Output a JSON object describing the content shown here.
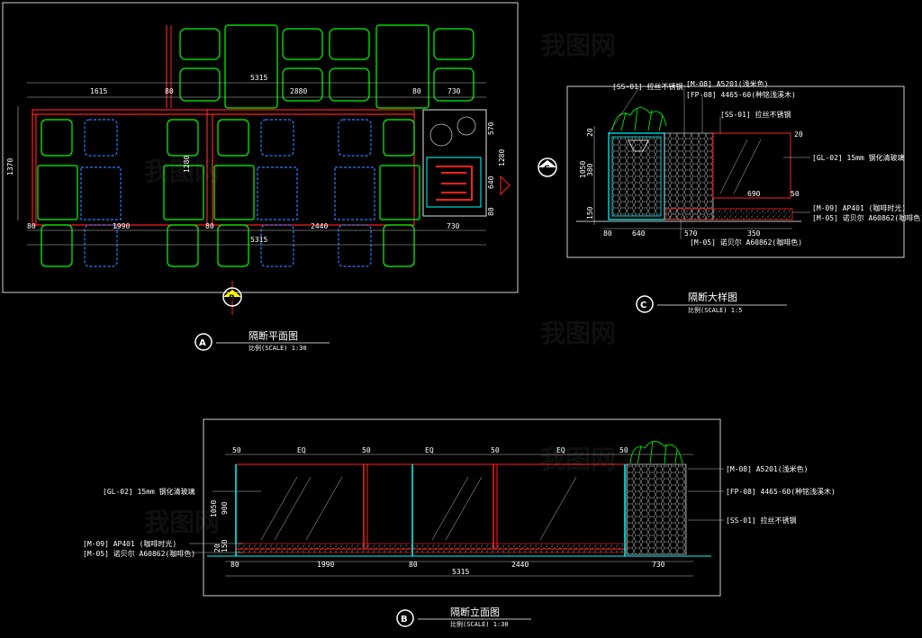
{
  "drawings": {
    "plan": {
      "badge": "A",
      "title": "隔断平面图",
      "scale": "比例(SCALE) 1:30",
      "section_marker": "B",
      "dims_top": [
        "1615",
        "80",
        "5315",
        "2880",
        "80",
        "730"
      ],
      "dims_bottom": [
        "80",
        "1990",
        "80",
        "2440",
        "730",
        "5315"
      ],
      "dims_left": "1370",
      "dims_mid": "1280",
      "dims_right": [
        "570",
        "1280",
        "640",
        "80"
      ]
    },
    "detail": {
      "badge": "C",
      "title": "隔断大样图",
      "scale": "比例(SCALE) 1:5",
      "section_marker": "C",
      "notes_left": [
        "[SS-01] 拉丝不锈钢"
      ],
      "notes_top": [
        "[M-08]  A5201(浅米色)",
        "[FP-08]  4465-60(种铭浅溪木)",
        "[SS-01] 拉丝不锈钢"
      ],
      "notes_right": [
        "[GL-02] 15mm 钢化清玻璃",
        "[M-09]  AP401 (咖啡时光)",
        "[M-05]  诺贝尔 A60862(咖啡色)"
      ],
      "note_bottom": "[M-05] 诺贝尔 A60862(咖啡色)",
      "dims": [
        "20",
        "1050",
        "380",
        "150",
        "80",
        "640",
        "570",
        "350",
        "690",
        "50",
        "20"
      ]
    },
    "elevation": {
      "badge": "B",
      "title": "隔断立面图",
      "scale": "比例(SCALE) 1:30",
      "notes_left": [
        "[GL-02] 15mm 钢化清玻璃",
        "[M-09]  AP401 (咖啡时光)",
        "[M-05]  诺贝尔 A60862(咖啡色)"
      ],
      "notes_right": [
        "[M-08]  A5201(浅米色)",
        "[FP-08]  4465-60(种铭浅溪木)",
        "[SS-01] 拉丝不锈钢"
      ],
      "dims_top": [
        "50",
        "EQ",
        "50",
        "EQ",
        "50",
        "EQ",
        "50"
      ],
      "dims_bottom": [
        "80",
        "1990",
        "80",
        "2440",
        "730",
        "5315"
      ],
      "dims_side": [
        "1050",
        "900",
        "150",
        "20"
      ]
    }
  },
  "watermark": "我图网",
  "colors": {
    "green": "#00ff00",
    "cyan": "#00ffff",
    "blue": "#2a7fff",
    "red": "#ff2020",
    "white": "#ffffff",
    "gray": "#bfbfbf",
    "frame": "#d0d0d0",
    "yellow": "#ffff00",
    "brown": "#8b4513"
  }
}
